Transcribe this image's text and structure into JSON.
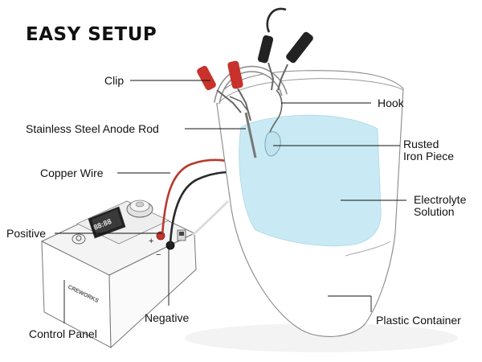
{
  "title": "EASY SETUP",
  "labels": {
    "clip": "Clip",
    "hook": "Hook",
    "anode_rod": "Stainless Steel Anode Rod",
    "rusted_iron": [
      "Rusted",
      "Iron Piece"
    ],
    "copper_wire": "Copper Wire",
    "electrolyte": [
      "Electrolyte",
      "Solution"
    ],
    "positive": "Positive",
    "negative": "Negative",
    "plastic_container": "Plastic Container",
    "control_panel": "Control Panel"
  },
  "device": {
    "brand": "CREWORKS",
    "display": "88:88",
    "plus_sign": "+",
    "minus_sign": "−"
  },
  "colors": {
    "solution": "#c9eaf4",
    "clip_red": "#c8322c",
    "clip_black": "#222222",
    "wire_red": "#b83a2e",
    "outline": "#6a6a6a"
  }
}
